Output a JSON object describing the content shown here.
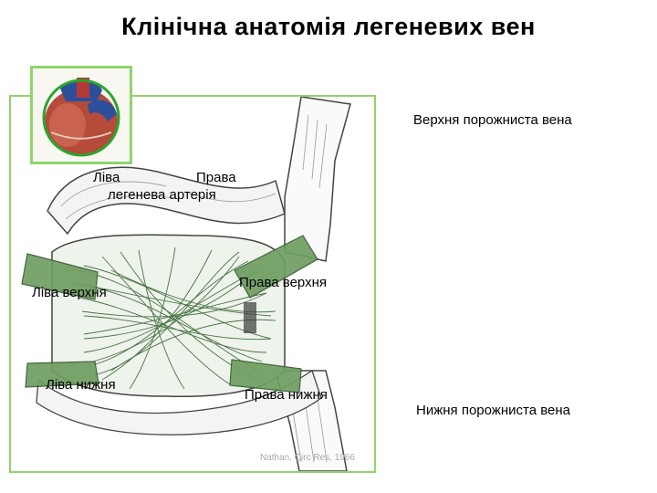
{
  "title": "Клінічна анатомія легеневих вен",
  "labels": {
    "svc": "Верхня  порожниста вена",
    "ivc": "Нижня порожниста вена",
    "left_pa": "Ліва",
    "right_pa": "Права",
    "pa_line2": "легенева артерія",
    "left_upper": "Ліва верхня",
    "right_upper": "Права верхня",
    "left_lower": "Ліва нижня",
    "right_lower": "Права нижня"
  },
  "watermark": "Nathan, Circ Res, 1966",
  "colors": {
    "frame_border": "#8fd46a",
    "vein_fill": "#6f9e62",
    "fiber_line": "#2f5e2b"
  },
  "icons": {
    "thumbnail": "heart-thumbnail-icon"
  }
}
